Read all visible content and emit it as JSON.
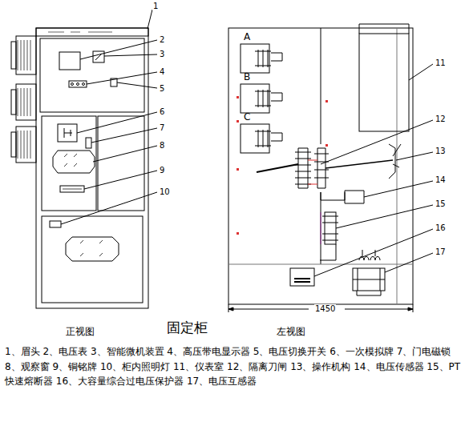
{
  "diagram": {
    "title": "固定柜",
    "caption": "1、眉头 2、电压表 3、智能微机装置 4、高压带电显示器 5、电压切换开关 6、一次模拟牌 7、门电磁锁 8、观察窗 9、铜铭牌 10、柜内照明灯 11、仪表室 12、隔离刀闸 13、操作机构 14、电压传感器 15、PT快速熔断器 16、大容量综合过电压保护器 17、电压互感器",
    "labels": [
      "正视图",
      "左视图",
      "1",
      "2",
      "3",
      "4",
      "5",
      "6",
      "7",
      "8",
      "9",
      "10",
      "11",
      "12",
      "13",
      "14",
      "15",
      "16",
      "17",
      "A",
      "B",
      "C",
      "1450"
    ]
  }
}
